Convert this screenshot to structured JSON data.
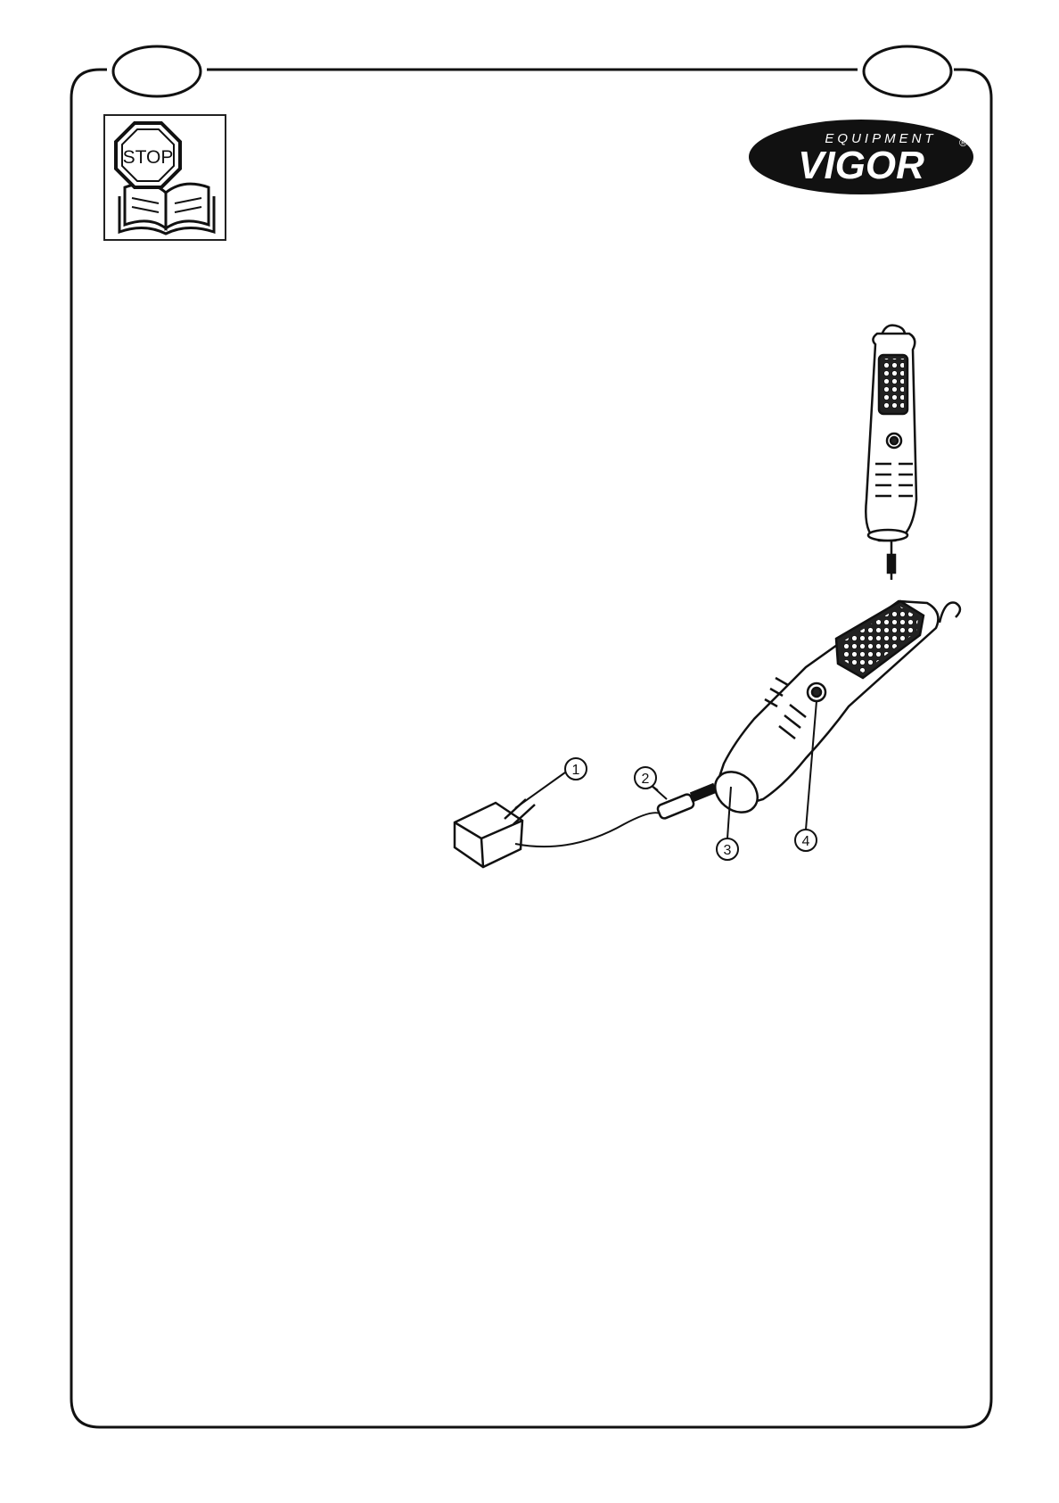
{
  "header": {
    "left_tab": "",
    "right_tab": "",
    "warning_symbol": {
      "sign_text": "STOP",
      "icon": "stop-sign-book-icon"
    }
  },
  "logo": {
    "brand": "VIGOR",
    "tagline": "EQUIPMENT",
    "registered": "®",
    "colors": {
      "background": "#111111",
      "text": "#ffffff"
    }
  },
  "figure": {
    "parts": [
      {
        "number": "1",
        "item": "mains-plug"
      },
      {
        "number": "2",
        "item": "charging-connector"
      },
      {
        "number": "3",
        "item": "charging-socket"
      },
      {
        "number": "4",
        "item": "on-off-switch"
      }
    ]
  }
}
